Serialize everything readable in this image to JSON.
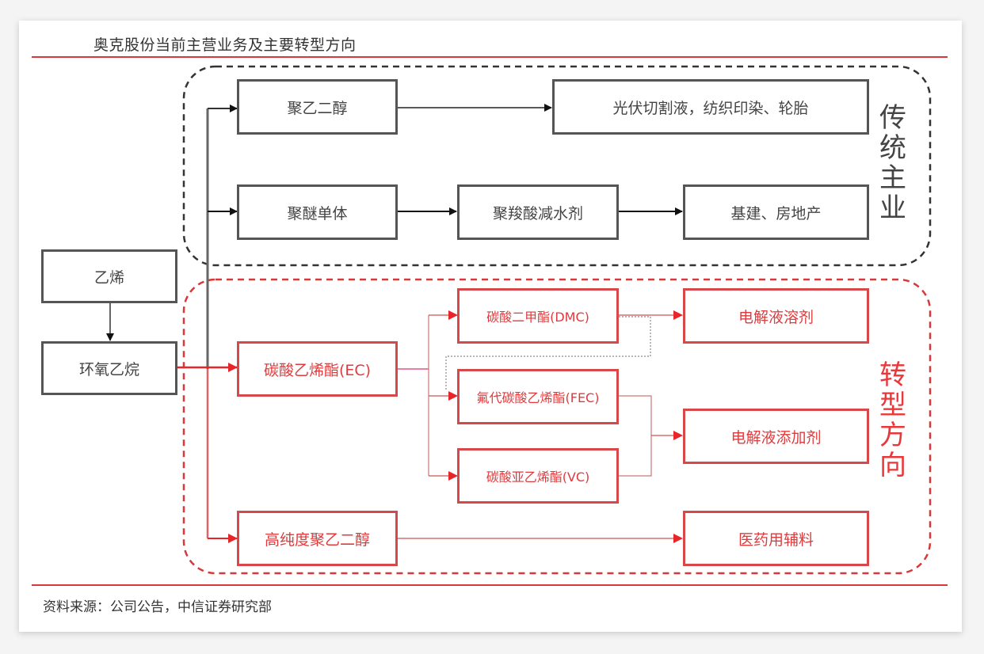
{
  "title": "奥克股份当前主营业务及主要转型方向",
  "source": "资料来源：公司公告，中信证券研究部",
  "groups": {
    "traditional": {
      "label": "传统主业",
      "color": "#444444"
    },
    "transformation": {
      "label": "转型方向",
      "color": "#e8383a"
    }
  },
  "nodes": {
    "ethylene": "乙烯",
    "ethylene_oxide": "环氧乙烷",
    "peg": "聚乙二醇",
    "peg_uses": "光伏切割液，纺织印染、轮胎",
    "polyether_monomer": "聚醚单体",
    "pce": "聚羧酸减水剂",
    "infrastructure": "基建、房地产",
    "ec": "碳酸乙烯酯(EC)",
    "dmc": "碳酸二甲酯(DMC)",
    "fec": "氟代碳酸乙烯酯(FEC)",
    "vc": "碳酸亚乙烯酯(VC)",
    "electrolyte_solvent": "电解液溶剂",
    "electrolyte_additive": "电解液添加剂",
    "hp_peg": "高纯度聚乙二醇",
    "pharma_excipient": "医药用辅料"
  },
  "colors": {
    "accent_red": "#d9383a",
    "gray": "#555555"
  }
}
